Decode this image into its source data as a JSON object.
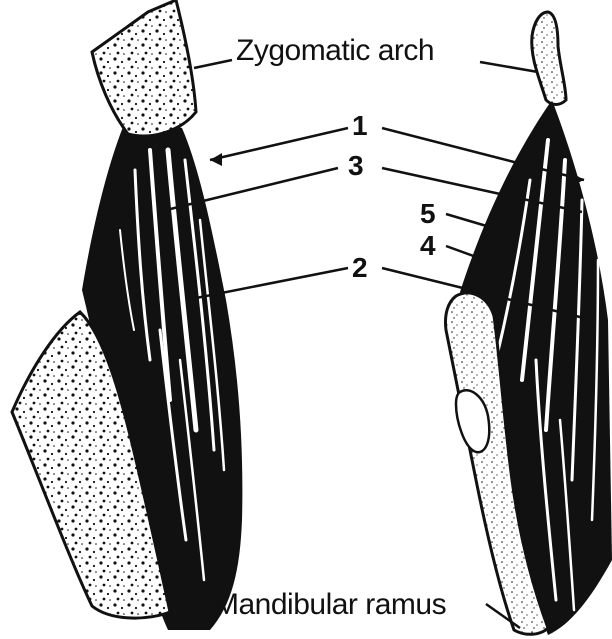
{
  "labels": {
    "zygomatic_arch": "Zygomatic arch",
    "mandibular_ramus": "Mandibular ramus",
    "n1": "1",
    "n2": "2",
    "n3": "3",
    "n4": "4",
    "n5": "5"
  },
  "colors": {
    "ink": "#111111",
    "background": "#ffffff"
  }
}
